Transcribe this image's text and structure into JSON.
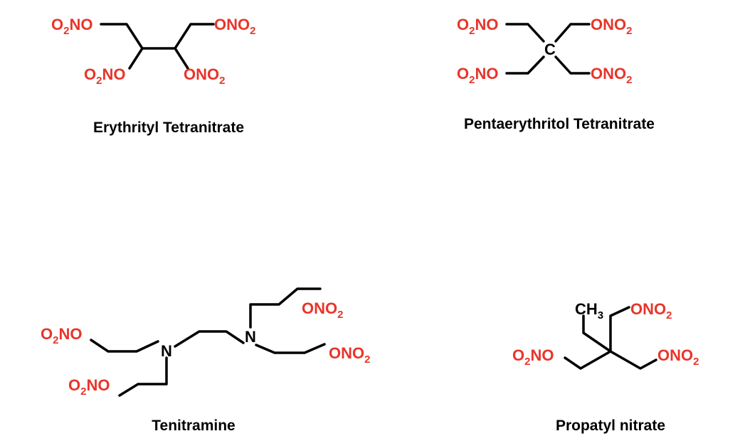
{
  "colors": {
    "heteroatom": "#e8352b",
    "bond": "#000000",
    "background": "#ffffff"
  },
  "labels": {
    "o2no_main": "O",
    "o2no_sub": "2",
    "o2no_tail": "NO",
    "ono2_main": "ONO",
    "ono2_sub": "2",
    "carbon": "C",
    "nitrogen": "N",
    "ch3_main": "CH",
    "ch3_sub": "3"
  },
  "molecules": [
    {
      "name": "Erythrityl Tetranitrate"
    },
    {
      "name": "Pentaerythritol Tetranitrate"
    },
    {
      "name": "Tenitramine"
    },
    {
      "name": "Propatyl nitrate"
    }
  ]
}
